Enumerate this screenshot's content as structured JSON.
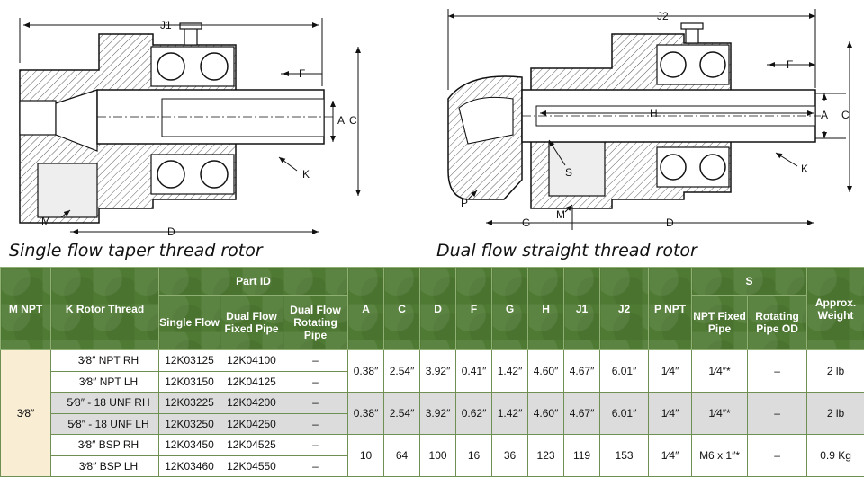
{
  "captions": {
    "left": "Single flow taper thread rotor",
    "right": "Dual flow straight thread rotor"
  },
  "dimension_labels": {
    "left": {
      "j1": "J1",
      "f": "F",
      "a": "A",
      "c": "C",
      "k": "K",
      "m": "M",
      "d": "D"
    },
    "right": {
      "j2": "J2",
      "f": "F",
      "h": "H",
      "a": "A",
      "c": "C",
      "k": "K",
      "s": "S",
      "p": "P",
      "m": "M",
      "g": "G",
      "d": "D"
    }
  },
  "table": {
    "headers": {
      "m_npt": "M NPT",
      "k_rotor_thread": "K Rotor Thread",
      "part_id": "Part ID",
      "single_flow": "Single Flow",
      "dual_flow_fixed_pipe": "Dual Flow Fixed Pipe",
      "dual_flow_rotating_pipe": "Dual Flow Rotating Pipe",
      "a": "A",
      "c": "C",
      "d": "D",
      "f": "F",
      "g": "G",
      "h": "H",
      "j1": "J1",
      "j2": "J2",
      "p_npt": "P NPT",
      "s": "S",
      "npt_fixed_pipe": "NPT Fixed Pipe",
      "rotating_pipe_od": "Rotating Pipe OD",
      "approx_weight": "Approx. Weight"
    },
    "m_value": "3⁄8″",
    "rows": [
      {
        "thread": "3⁄8″ NPT RH",
        "single": "12K03125",
        "fixed": "12K04100",
        "rotating": "–"
      },
      {
        "thread": "3⁄8″ NPT LH",
        "single": "12K03150",
        "fixed": "12K04125",
        "rotating": "–"
      },
      {
        "thread": "5⁄8″ - 18 UNF RH",
        "single": "12K03225",
        "fixed": "12K04200",
        "rotating": "–"
      },
      {
        "thread": "5⁄8″ - 18 UNF LH",
        "single": "12K03250",
        "fixed": "12K04250",
        "rotating": "–"
      },
      {
        "thread": "3⁄8″ BSP RH",
        "single": "12K03450",
        "fixed": "12K04525",
        "rotating": "–"
      },
      {
        "thread": "3⁄8″ BSP LH",
        "single": "12K03460",
        "fixed": "12K04550",
        "rotating": "–"
      }
    ],
    "groups": [
      {
        "a": "0.38″",
        "c": "2.54″",
        "d": "3.92″",
        "f": "0.41″",
        "g": "1.42″",
        "h": "4.60″",
        "j1": "4.67″",
        "j2": "6.01″",
        "p": "1⁄4″",
        "npt_fixed": "1⁄4″*",
        "rot_od": "–",
        "weight": "2 lb"
      },
      {
        "a": "0.38″",
        "c": "2.54″",
        "d": "3.92″",
        "f": "0.62″",
        "g": "1.42″",
        "h": "4.60″",
        "j1": "4.67″",
        "j2": "6.01″",
        "p": "1⁄4″",
        "npt_fixed": "1⁄4″*",
        "rot_od": "–",
        "weight": "2 lb"
      },
      {
        "a": "10",
        "c": "64",
        "d": "100",
        "f": "16",
        "g": "36",
        "h": "123",
        "j1": "119",
        "j2": "153",
        "p": "1⁄4″",
        "npt_fixed": "M6 x 1″*",
        "rot_od": "–",
        "weight": "0.9 Kg"
      }
    ]
  }
}
